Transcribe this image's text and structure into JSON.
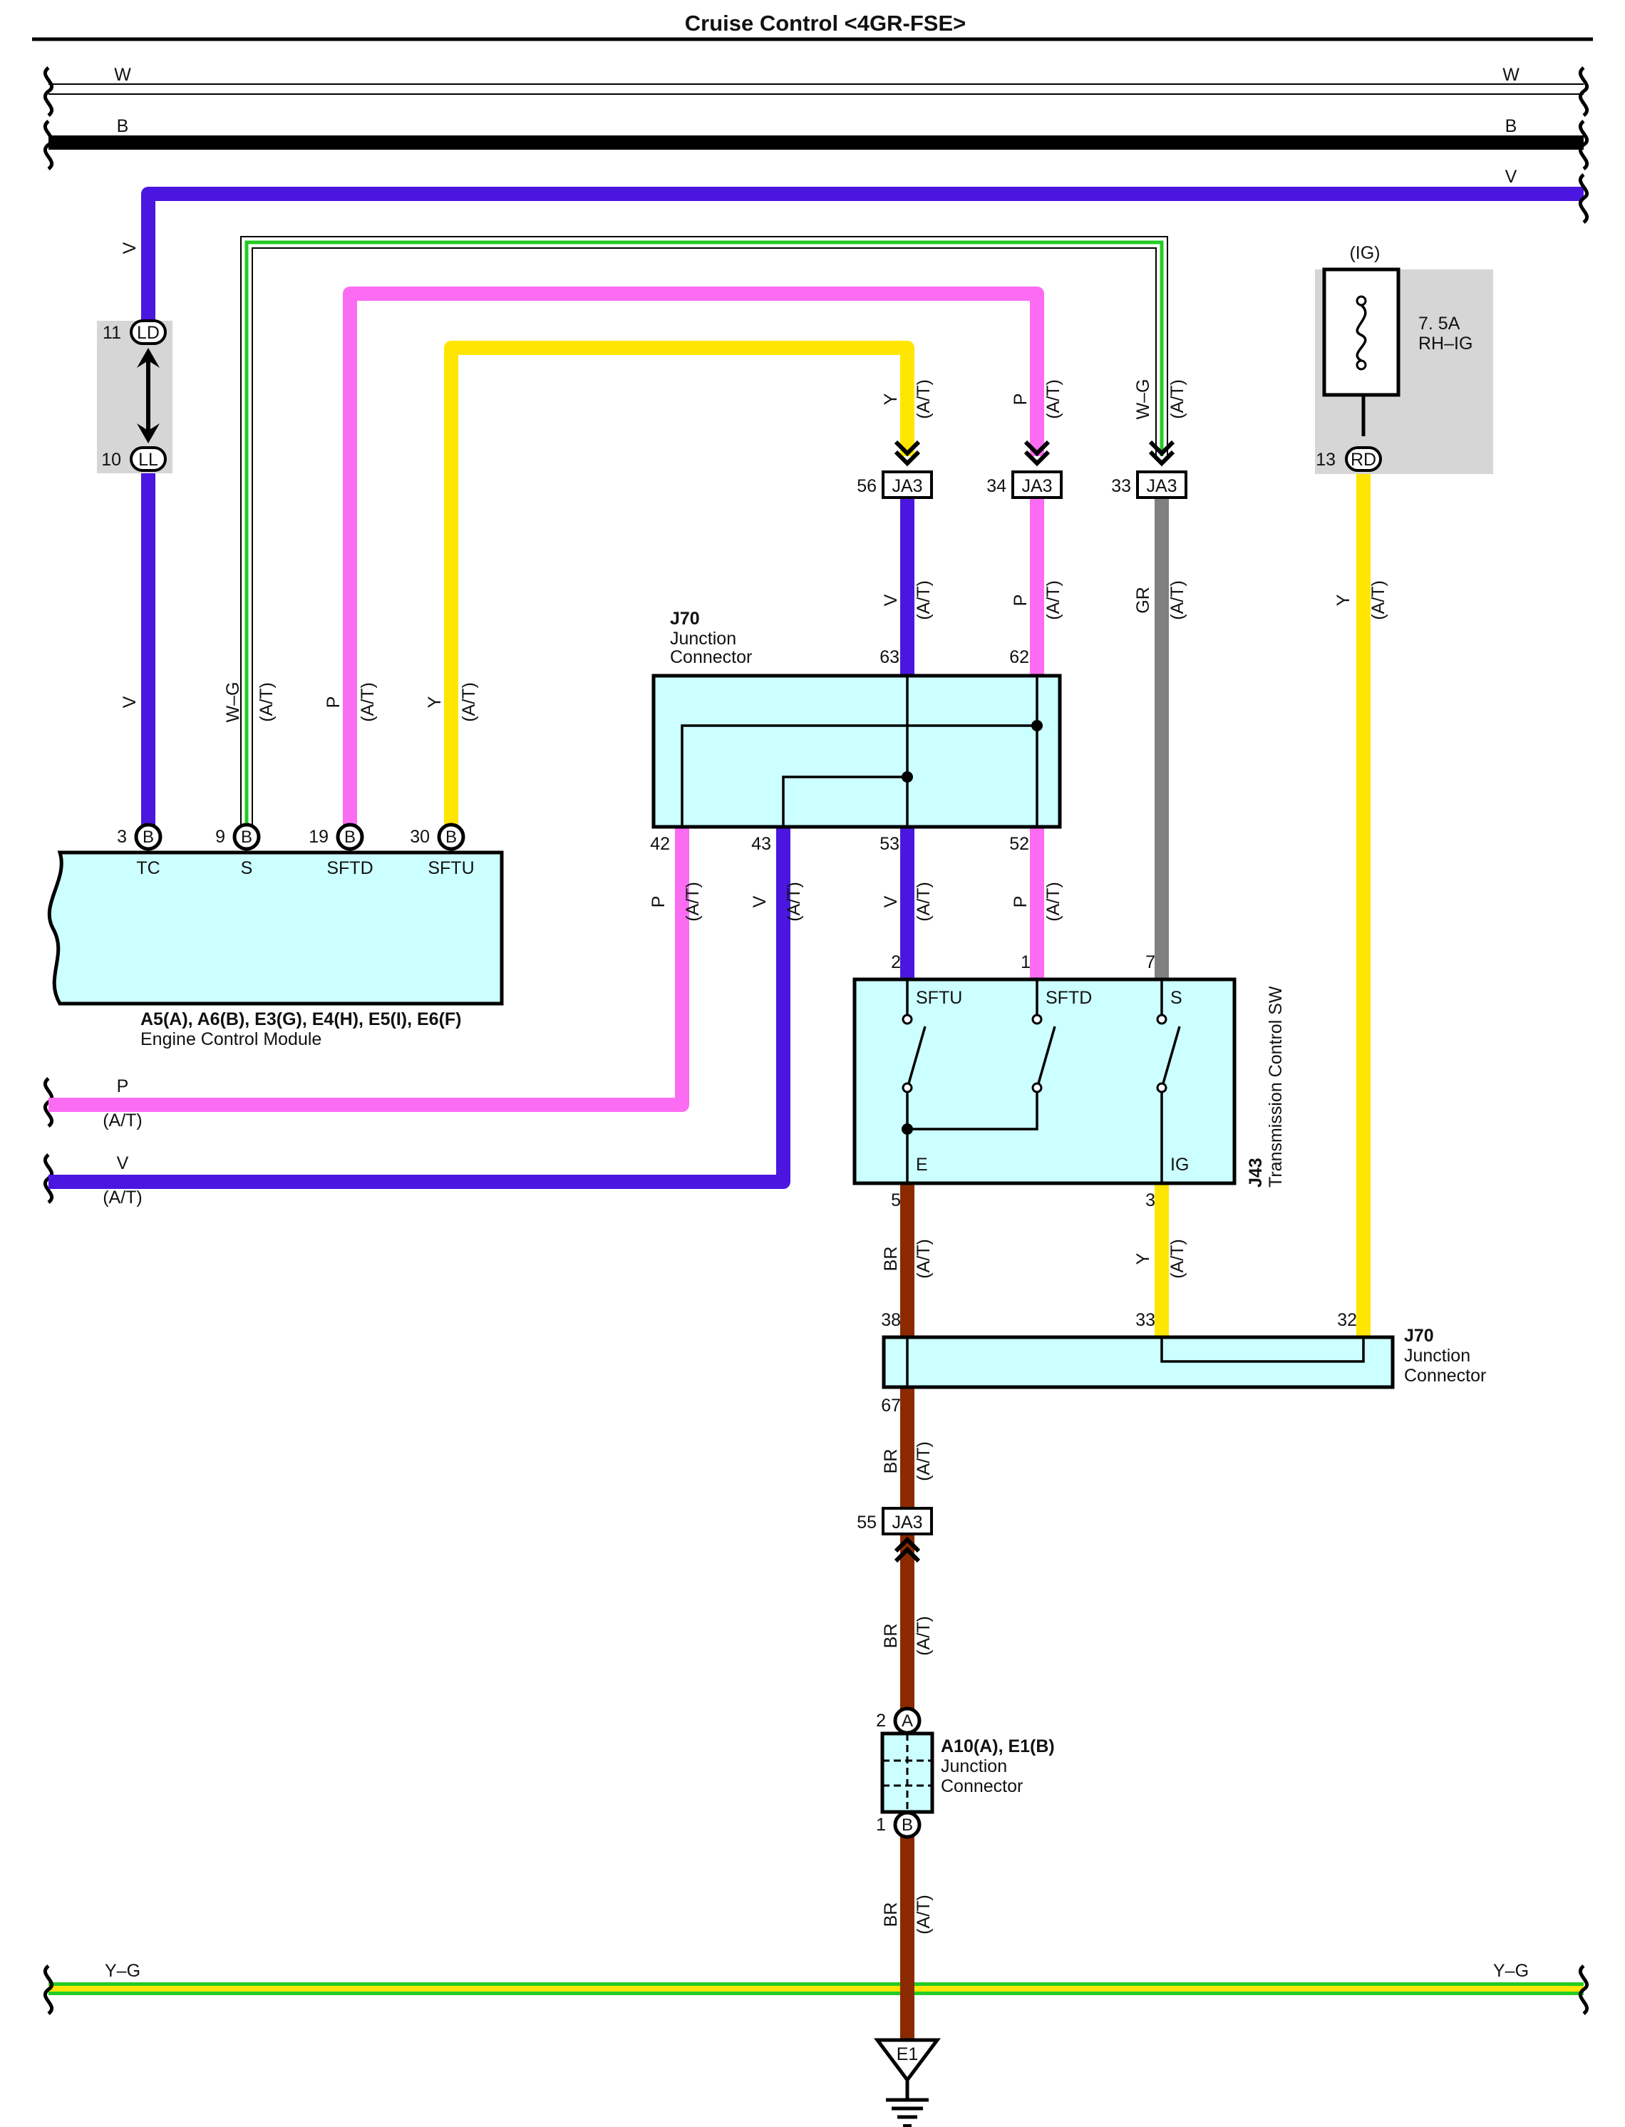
{
  "title": "Cruise Control <4GR-FSE>",
  "colors": {
    "W": "#ffffff",
    "B": "#000000",
    "V": "#4b16e0",
    "P": "#fb6cf3",
    "Y": "#ffe600",
    "GR": "#808080",
    "BR": "#8b2a00",
    "G": "#22cc22",
    "box_fill": "#ccffff"
  },
  "bus_lines": {
    "w": "W",
    "b": "B",
    "v": "V",
    "yg": "Y–G"
  },
  "connector_LD_LL": {
    "pin_top": "11",
    "tag_top": "LD",
    "pin_bottom": "10",
    "tag_bottom": "LL",
    "wire_top": "V",
    "wire_bottom": "V"
  },
  "fuse": {
    "circuit": "(IG)",
    "rating": "7. 5A",
    "name": "RH–IG",
    "pin": "13",
    "tag": "RD"
  },
  "ecm": {
    "part": "A5(A), A6(B), E3(G), E4(H), E5(I), E6(F)",
    "name": "Engine Control Module",
    "pins": [
      {
        "num": "3",
        "tag": "B",
        "term": "TC"
      },
      {
        "num": "9",
        "tag": "B",
        "term": "S"
      },
      {
        "num": "19",
        "tag": "B",
        "term": "SFTD"
      },
      {
        "num": "30",
        "tag": "B",
        "term": "SFTU"
      }
    ],
    "wires": [
      {
        "color": "V",
        "note": ""
      },
      {
        "color": "W–G",
        "note": "(A/T)"
      },
      {
        "color": "P",
        "note": "(A/T)"
      },
      {
        "color": "Y",
        "note": "(A/T)"
      }
    ]
  },
  "ja3_top": [
    {
      "pin": "56",
      "tag": "JA3",
      "wire_in": "Y",
      "wire_out": "V",
      "note": "(A/T)"
    },
    {
      "pin": "34",
      "tag": "JA3",
      "wire_in": "P",
      "wire_out": "P",
      "note": "(A/T)"
    },
    {
      "pin": "33",
      "tag": "JA3",
      "wire_in": "W–G",
      "wire_out": "GR",
      "note": "(A/T)"
    }
  ],
  "j70_top": {
    "code": "J70",
    "name1": "Junction",
    "name2": "Connector",
    "pins_top": [
      "63",
      "62"
    ],
    "pins_bottom": [
      "42",
      "43",
      "53",
      "52"
    ]
  },
  "j70_out_wires": [
    {
      "color": "P",
      "note": "(A/T)"
    },
    {
      "color": "V",
      "note": "(A/T)"
    },
    {
      "color": "V",
      "note": "(A/T)"
    },
    {
      "color": "P",
      "note": "(A/T)"
    }
  ],
  "left_exits": [
    {
      "color": "P",
      "note": "(A/T)"
    },
    {
      "color": "V",
      "note": "(A/T)"
    }
  ],
  "tcsw": {
    "code": "J43",
    "name": "Transmission Control SW",
    "pins_top": [
      "2",
      "1",
      "7"
    ],
    "terms_top": [
      "SFTU",
      "SFTD",
      "S"
    ],
    "pins_bottom": [
      "5",
      "3"
    ],
    "terms_bottom": [
      "E",
      "IG"
    ]
  },
  "fuse_wire": {
    "color": "Y",
    "note": "(A/T)"
  },
  "j70_bottom": {
    "code": "J70",
    "name1": "Junction",
    "name2": "Connector",
    "pins_top": [
      "38",
      "33",
      "32"
    ],
    "pin_bottom": "67"
  },
  "lower_wires": [
    {
      "color": "BR",
      "note": "(A/T)"
    },
    {
      "color": "Y",
      "note": "(A/T)"
    },
    {
      "color": "BR",
      "note": "(A/T)"
    },
    {
      "color": "BR",
      "note": "(A/T)"
    },
    {
      "color": "BR",
      "note": "(A/T)"
    }
  ],
  "ja3_bottom": {
    "pin": "55",
    "tag": "JA3"
  },
  "jc_a10": {
    "part": "A10(A), E1(B)",
    "name1": "Junction",
    "name2": "Connector",
    "pin_top": "2",
    "tag_top": "A",
    "pin_bottom": "1",
    "tag_bottom": "B"
  },
  "ground": {
    "tag": "E1"
  }
}
